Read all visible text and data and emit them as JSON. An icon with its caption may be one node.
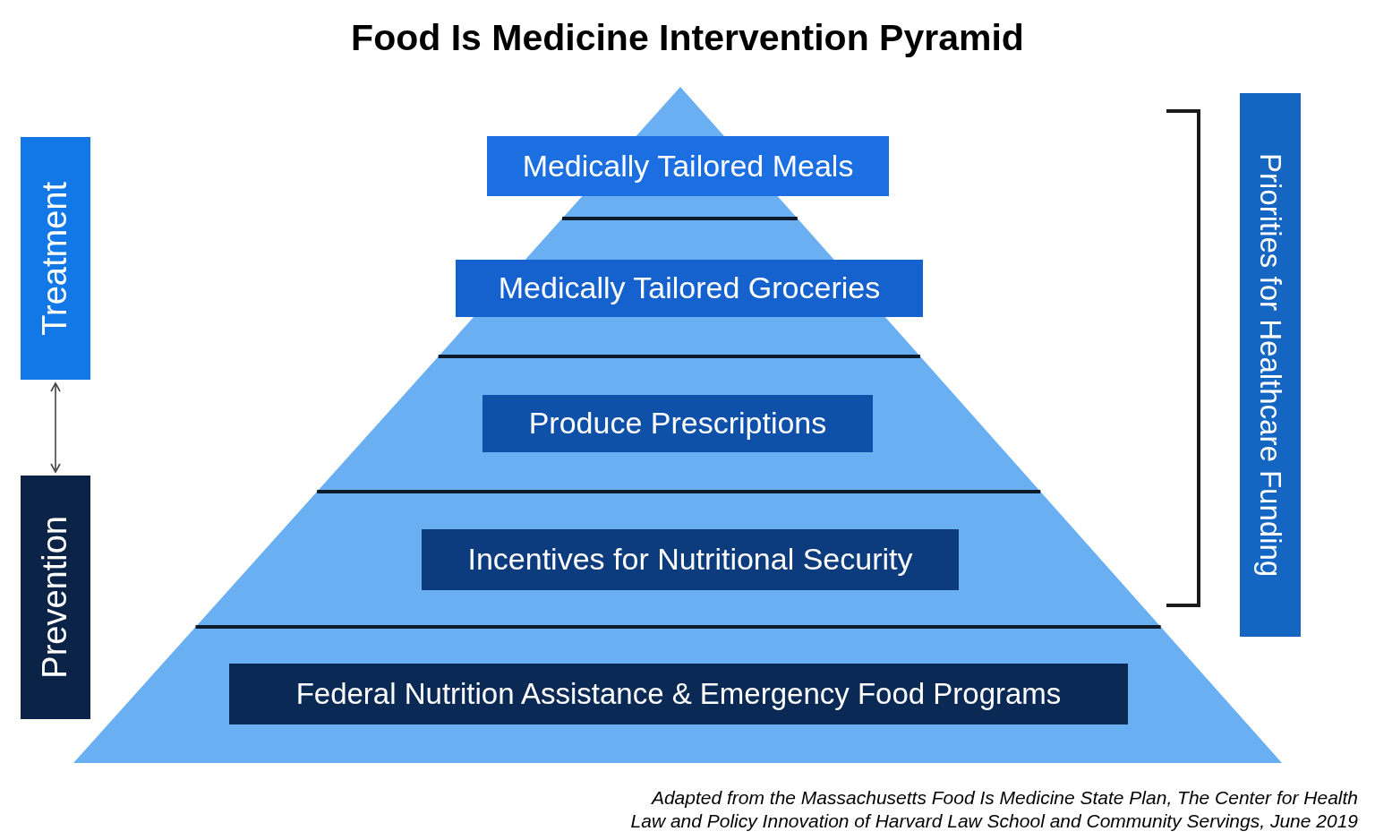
{
  "diagram": {
    "title": "Food Is Medicine Intervention Pyramid",
    "nodes": [
      {
        "text": [
          "Medically Tailored Meals"
        ]
      },
      {
        "text": [
          "Medically Tailored Groceries"
        ]
      },
      {
        "text": [
          "Produce Prescriptions"
        ]
      },
      {
        "text": [
          "Incentives for Nutritional Security"
        ]
      },
      {
        "text": [
          "Federal Nutrition Assistance & Emergency Food Programs"
        ]
      },
      {
        "text": [
          "Treatment"
        ]
      },
      {
        "text": [
          "Prevention"
        ]
      },
      {
        "text": [
          "Priorities for Healthcare Funding"
        ]
      }
    ],
    "edges": [
      {
        "from": 5,
        "to": 6,
        "arrow": "both"
      }
    ],
    "caption": "Adapted from the Massachusetts Food Is Medicine State Plan, The Center for Health Law and Policy Innovation of Harvard Law School and Community Servings, June 2019"
  }
}
